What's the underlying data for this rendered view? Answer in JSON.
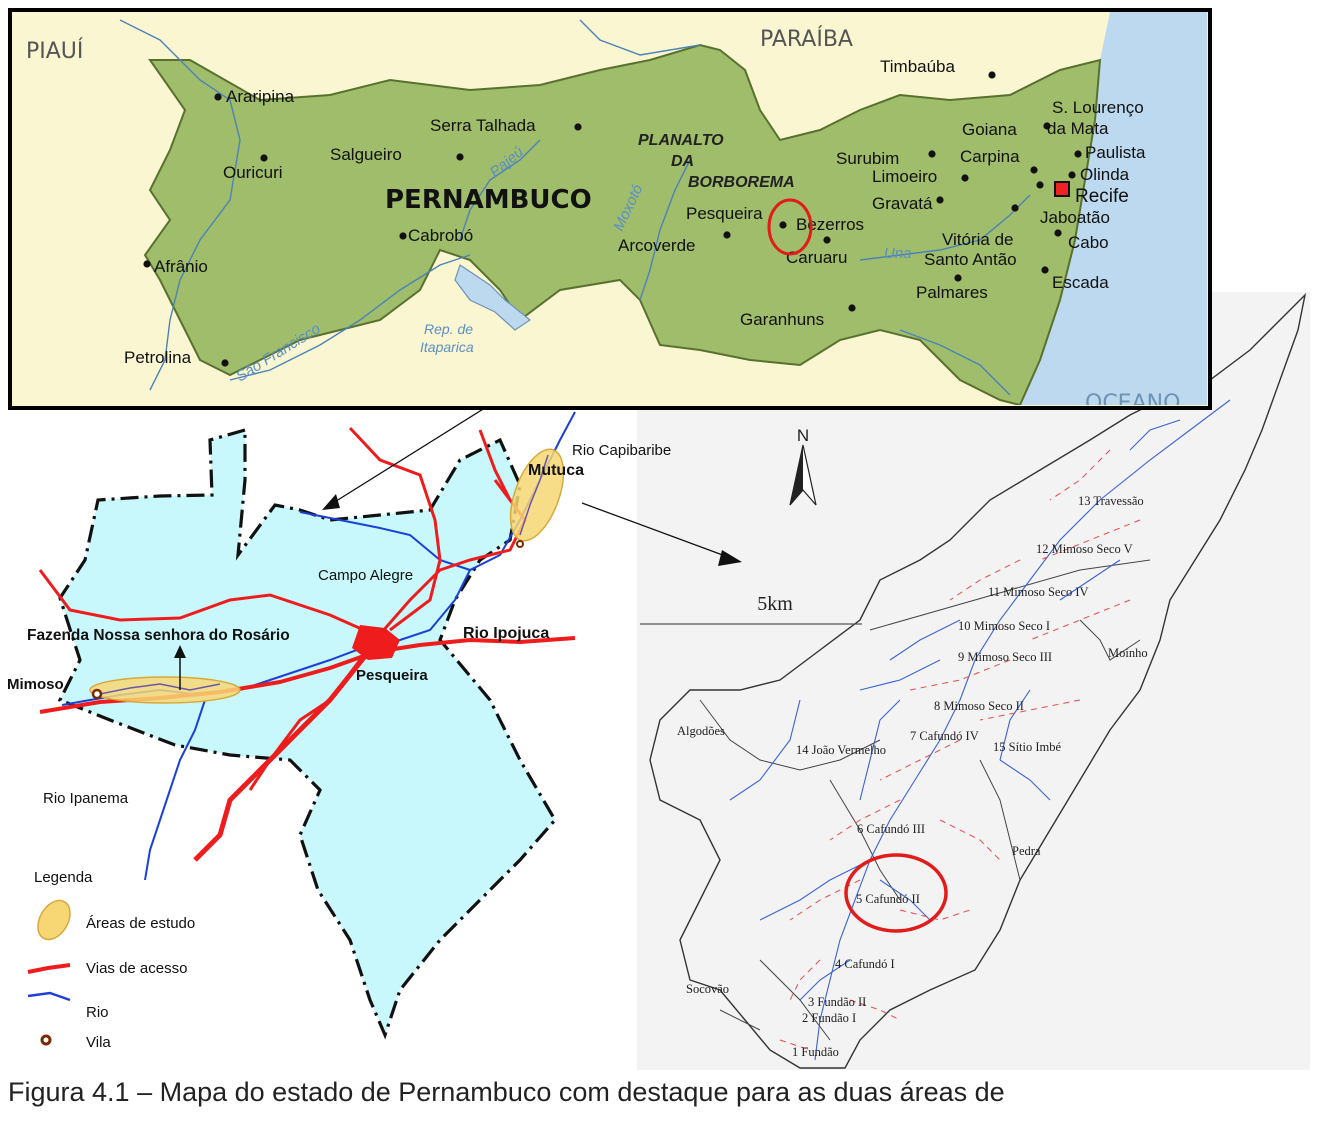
{
  "state_map": {
    "neighbors": {
      "piaui": "PIAUÍ",
      "paraiba": "PARAÍBA",
      "oceano": "OCEANO"
    },
    "state_name": "PERNAMBUCO",
    "plateau": [
      "PLANALTO",
      "DA",
      "BORBOREMA"
    ],
    "rivers": {
      "pajeu": "Pajeú",
      "moxoto": "Moxotó",
      "una": "Una",
      "sao_francisco": "São Francisco"
    },
    "reservoir": [
      "Rep. de",
      "Itaparica"
    ],
    "capital": "Recife",
    "cities": [
      "Araripina",
      "Serra Talhada",
      "Salgueiro",
      "Ouricuri",
      "Cabrobó",
      "Afrânio",
      "Petrolina",
      "Pesqueira",
      "Arcoverde",
      "Bezerros",
      "Caruaru",
      "Garanhuns",
      "Timbaúba",
      "Goiana",
      "S. Lourenço",
      "da Mata",
      "Paulista",
      "Olinda",
      "Surubim",
      "Carpina",
      "Limoeiro",
      "Gravatá",
      "Jaboatão",
      "Cabo",
      "Vitória de",
      "Santo Antão",
      "Escada",
      "Palmares"
    ]
  },
  "region_map": {
    "places": {
      "mutuca": "Mutuca",
      "rio_capibaribe": "Rio Capibaribe",
      "campo_alegre": "Campo Alegre",
      "fazenda": "Fazenda Nossa senhora do Rosário",
      "rio_ipojuca": "Rio Ipojuca",
      "mimoso": "Mimoso",
      "pesqueira": "Pesqueira",
      "rio_ipanema": "Rio Ipanema"
    },
    "legend": {
      "title": "Legenda",
      "items": [
        {
          "label": "Áreas de estudo",
          "color": "#f7d774"
        },
        {
          "label": "Vias de acesso",
          "color": "#ee1c1c"
        },
        {
          "label": "Rio",
          "color": "#1c3fd6"
        },
        {
          "label": "Vila",
          "color": "#7a2a00"
        }
      ]
    }
  },
  "watershed_map": {
    "north": "N",
    "scale": "5km",
    "localities": [
      "13 Travessão",
      "12 Mimoso Seco V",
      "11 Mimoso Seco IV",
      "10 Mimoso Seco I",
      "9 Mimoso Seco III",
      "Moinho",
      "8 Mimoso Seco II",
      "Algodões",
      "7 Cafundó IV",
      "14 João Vermelho",
      "15 Sítio Imbé",
      "6 Cafundó III",
      "Pedra",
      "5 Cafundó II",
      "4 Cafundó I",
      "Socovão",
      "3 Fundão II",
      "2 Fundão I",
      "1 Fundão"
    ]
  },
  "caption": "Figura 4.1 – Mapa do estado de Pernambuco com destaque para as duas áreas de",
  "colors": {
    "state_fill": "#9fbd6a",
    "neighbor_fill": "#fbf6d2",
    "ocean": "#bcd9ef",
    "region_fill": "#c8f8fb",
    "road": "#ee1c1c",
    "river": "#1c3fd6"
  }
}
